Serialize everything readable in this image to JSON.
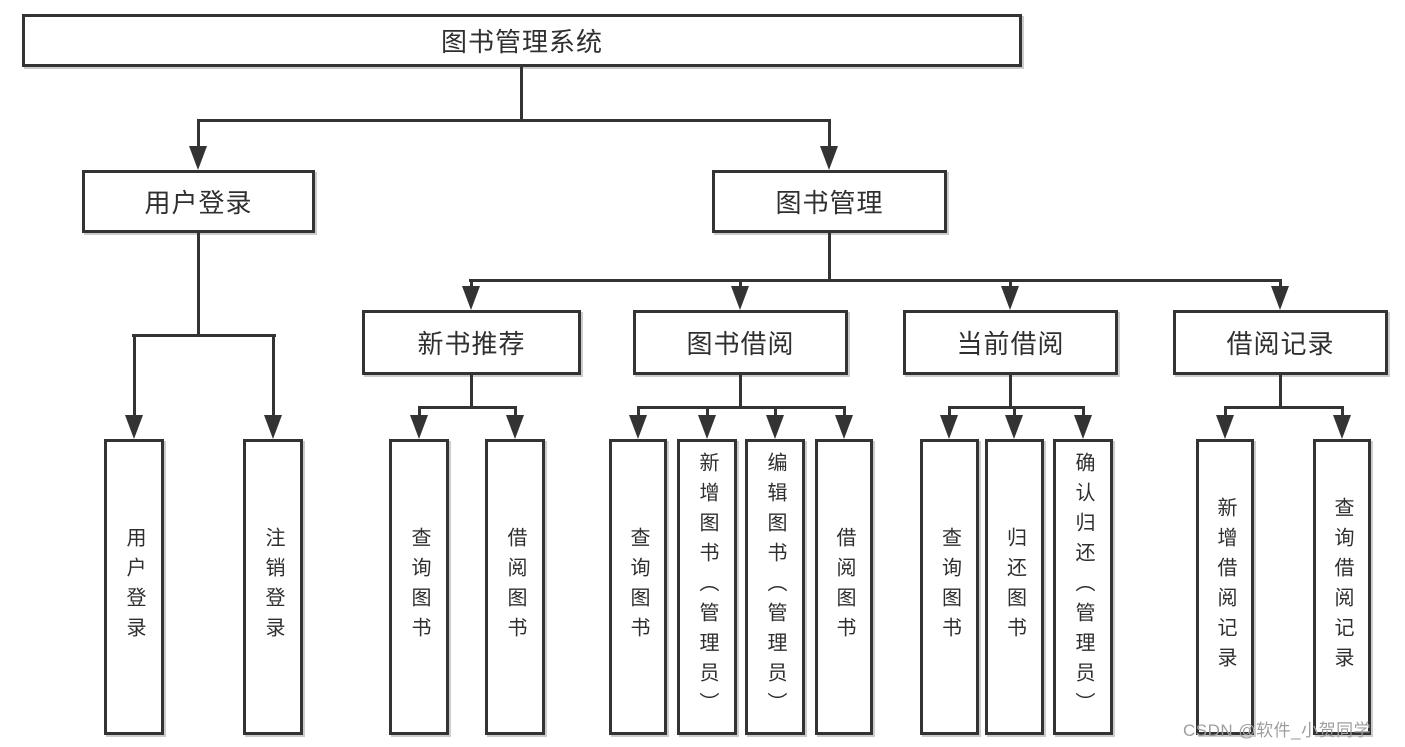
{
  "diagram": {
    "title": "图书管理系统",
    "user_login": {
      "label": "用户登录",
      "children": {
        "login": "用户登录",
        "logout": "注销登录"
      }
    },
    "book_management": {
      "label": "图书管理",
      "new_book_recommend": {
        "label": "新书推荐",
        "children": {
          "query_book": "查询图书",
          "borrow_book": "借阅图书"
        }
      },
      "book_borrow": {
        "label": "图书借阅",
        "children": {
          "query_book": "查询图书",
          "add_book": "新增图书（管理员）",
          "edit_book": "编辑图书（管理员）",
          "borrow_book": "借阅图书"
        }
      },
      "current_borrow": {
        "label": "当前借阅",
        "children": {
          "query_book": "查询图书",
          "return_book": "归还图书",
          "confirm_return": "确认归还（管理员）"
        }
      },
      "borrow_record": {
        "label": "借阅记录",
        "children": {
          "add_record": "新增借阅记录",
          "query_record": "查询借阅记录"
        }
      }
    }
  },
  "watermark": "CSDN @软件_小贺同学",
  "colors": {
    "line": "#333333",
    "text": "#2f2f2f",
    "watermark_text": "#9e9e9e",
    "background": "#ffffff"
  }
}
